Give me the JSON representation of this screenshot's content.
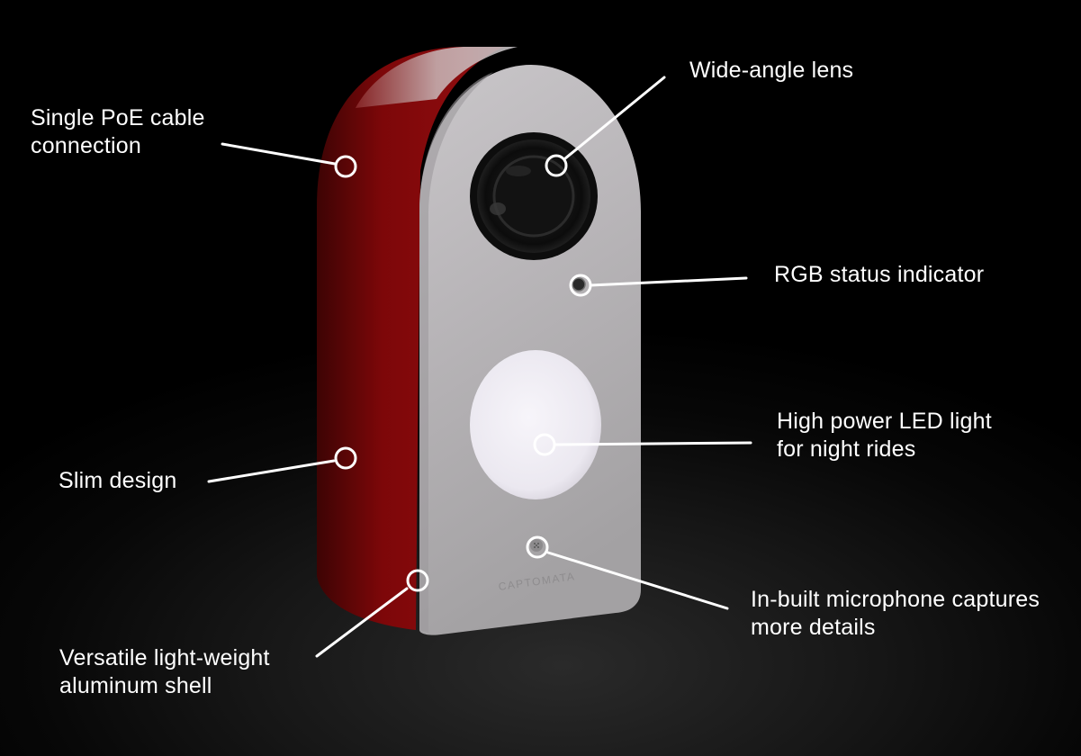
{
  "product": {
    "brand_mark": "CAPTOMATA",
    "colors": {
      "background": "#000000",
      "shell_face": "#b9b7b9",
      "shell_side": "#8a0a0c",
      "lens": "#151515",
      "led": "#f1eef5",
      "callout": "#ffffff"
    }
  },
  "callouts": {
    "lens": {
      "lines": [
        "Wide-angle lens"
      ]
    },
    "poe": {
      "lines": [
        "Single PoE cable",
        "connection"
      ]
    },
    "rgb": {
      "lines": [
        "RGB status indicator"
      ]
    },
    "led": {
      "lines": [
        "High power LED light",
        "for night rides"
      ]
    },
    "slim": {
      "lines": [
        "Slim design"
      ]
    },
    "mic": {
      "lines": [
        "In-built microphone captures",
        "more details"
      ]
    },
    "shell": {
      "lines": [
        "Versatile light-weight",
        "aluminum shell"
      ]
    }
  }
}
